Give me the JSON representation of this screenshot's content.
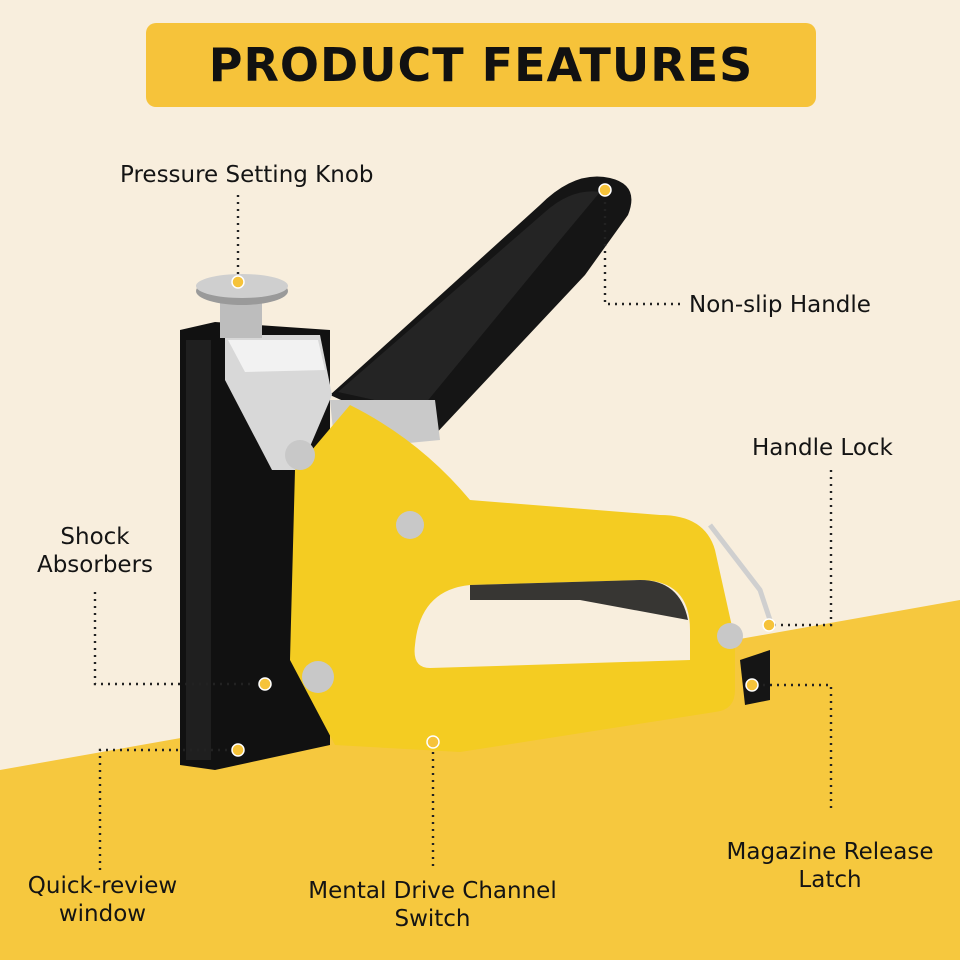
{
  "title": "PRODUCT FEATURES",
  "colors": {
    "background_top": "#f8eedd",
    "background_bottom": "#f6c83e",
    "banner": "#f6c33a",
    "stapler_body": "#f4cc22",
    "handle": "#111111",
    "marker": "#f6c33a",
    "leader_line": "#222222"
  },
  "labels": {
    "pressure_knob": "Pressure Setting Knob",
    "non_slip_handle": "Non-slip Handle",
    "handle_lock": "Handle Lock",
    "shock_line1": "Shock",
    "shock_line2": "Absorbers",
    "quick_line1": "Quick-review",
    "quick_line2": "window",
    "channel_line1": "Mental Drive Channel",
    "channel_line2": "Switch",
    "latch_line1": "Magazine Release",
    "latch_line2": "Latch"
  }
}
